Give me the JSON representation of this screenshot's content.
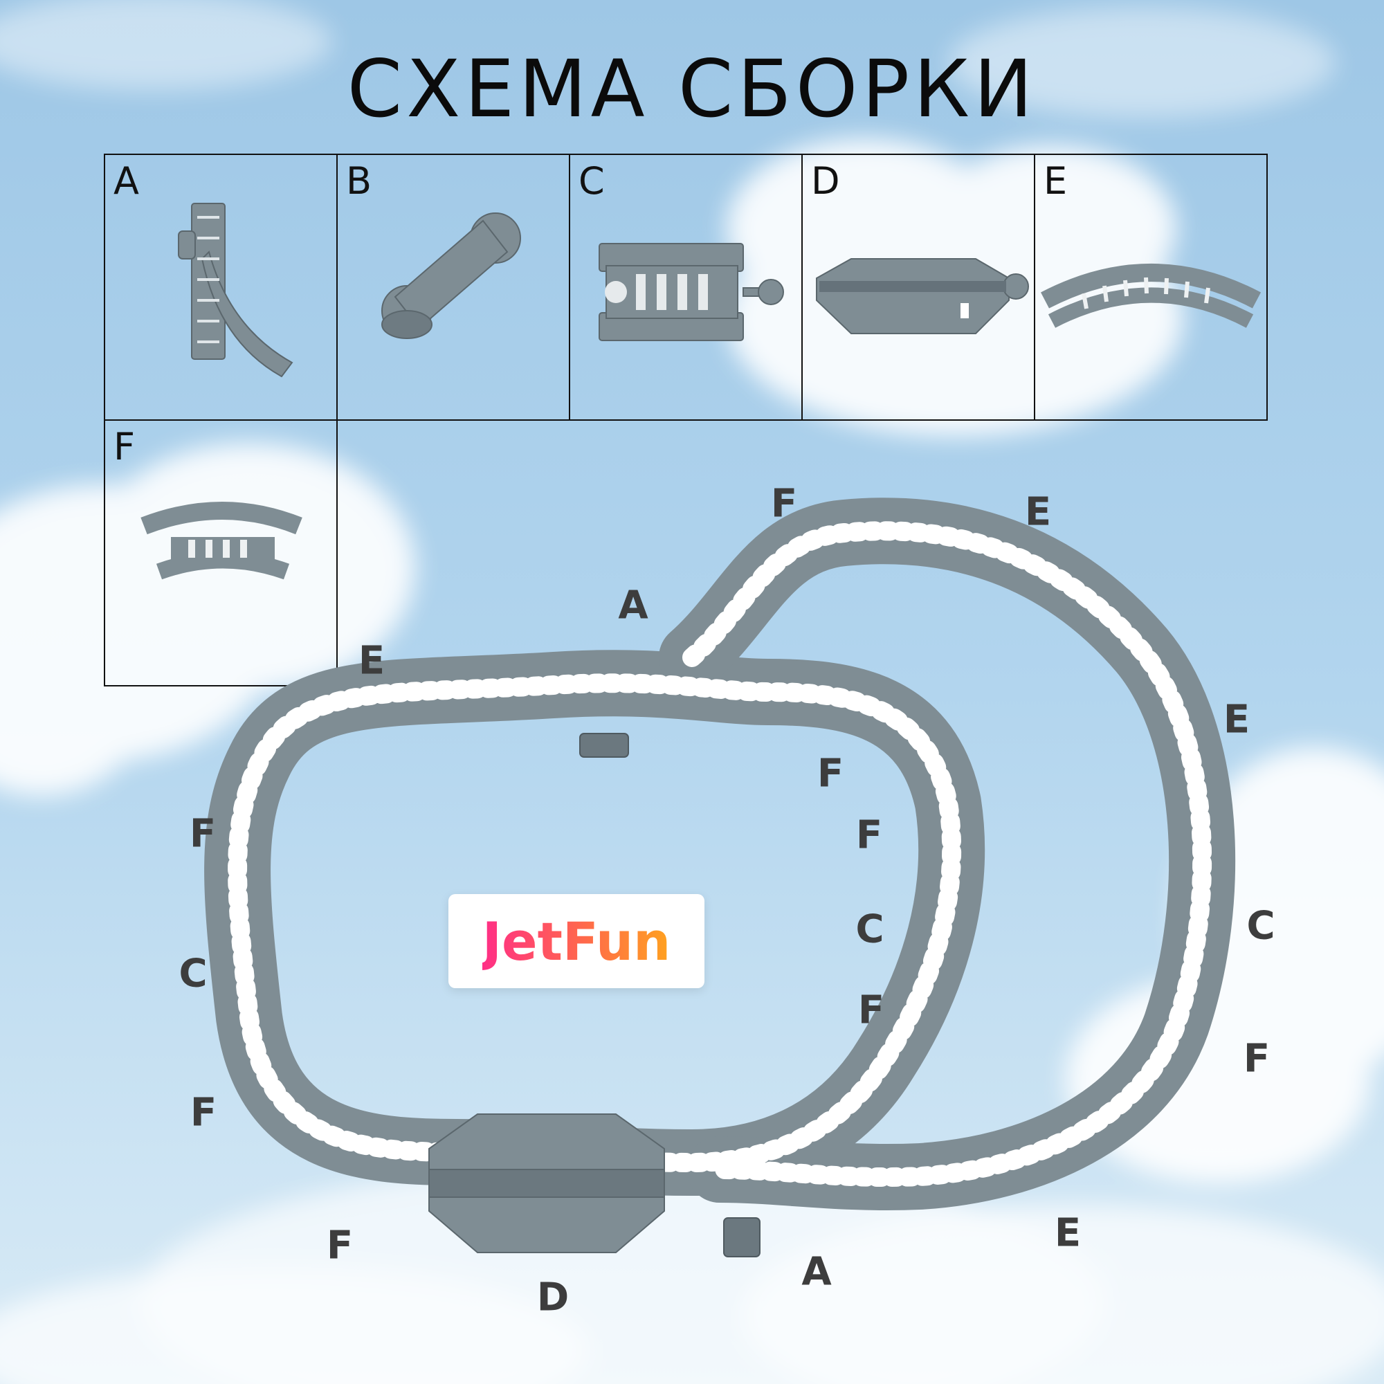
{
  "title": "СХЕМА СБОРКИ",
  "legend": [
    {
      "letter": "A",
      "piece": "switch"
    },
    {
      "letter": "B",
      "piece": "connector"
    },
    {
      "letter": "C",
      "piece": "straight"
    },
    {
      "letter": "D",
      "piece": "station"
    },
    {
      "letter": "E",
      "piece": "long-curve"
    },
    {
      "letter": "F",
      "piece": "short-curve"
    }
  ],
  "track_labels": [
    "F",
    "E",
    "A",
    "E",
    "E",
    "F",
    "F",
    "F",
    "C",
    "C",
    "C",
    "F",
    "F",
    "F",
    "F",
    "E",
    "D",
    "A"
  ],
  "logo": "JetFun",
  "colors": {
    "sky": "#a8cde8",
    "cloud": "#ffffff",
    "track": "#7f8d94",
    "track_dark": "#5b676d",
    "sleeper": "#ffffff",
    "text": "#111111"
  }
}
